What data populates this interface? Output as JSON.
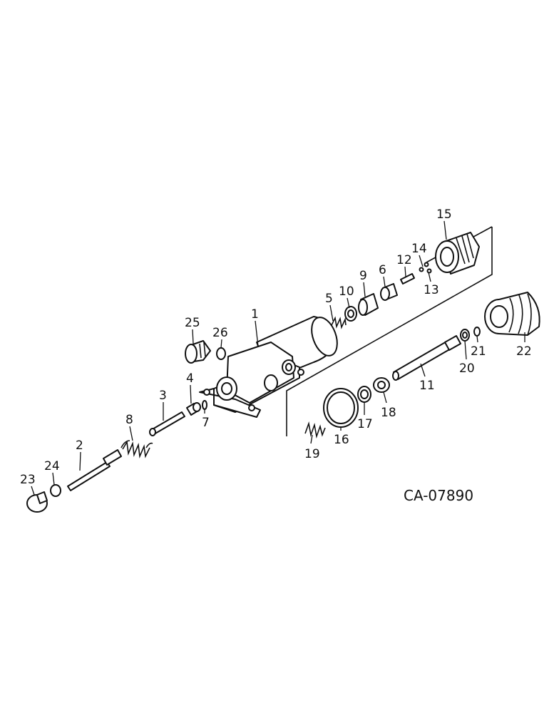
{
  "diagram": {
    "catalog_code": "CA-07890",
    "callouts": {
      "c1": "1",
      "c2": "2",
      "c3": "3",
      "c4": "4",
      "c5": "5",
      "c6": "6",
      "c7": "7",
      "c8": "8",
      "c9": "9",
      "c10": "10",
      "c11": "11",
      "c12": "12",
      "c13": "13",
      "c14": "14",
      "c15": "15",
      "c16": "16",
      "c17": "17",
      "c18": "18",
      "c19": "19",
      "c20": "20",
      "c21": "21",
      "c22": "22",
      "c23": "23",
      "c24": "24",
      "c25": "25",
      "c26": "26"
    }
  }
}
